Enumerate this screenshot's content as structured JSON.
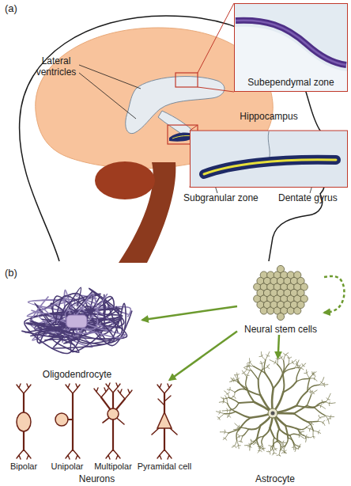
{
  "diagram": {
    "nodes": [
      {
        "text": [
          "Subependymal zone"
        ]
      },
      {
        "text": [
          "Hippocampus"
        ]
      },
      {
        "text": [
          "Oligodendrocyte"
        ]
      },
      {
        "text": [
          "Neural stem cells"
        ]
      },
      {
        "text": [
          "Neurons"
        ]
      },
      {
        "text": [
          "Bipolar"
        ],
        "in": 4
      },
      {
        "text": [
          "Unipolar"
        ],
        "in": 4
      },
      {
        "text": [
          "Multipolar"
        ],
        "in": 4
      },
      {
        "text": [
          "Pyramidal cell"
        ],
        "in": 4
      },
      {
        "text": [
          "Astrocyte"
        ]
      }
    ],
    "edges": [
      {
        "from": 3,
        "to": 3,
        "arrow": "to"
      },
      {
        "from": 3,
        "to": 2,
        "arrow": "to"
      },
      {
        "from": 3,
        "to": 4,
        "arrow": "to"
      },
      {
        "from": 3,
        "to": 9,
        "arrow": "to"
      }
    ],
    "labels": [
      "(a)",
      "Lateral ventricles",
      "Subgranular zone",
      "Dentate gyrus",
      "(b)"
    ]
  }
}
